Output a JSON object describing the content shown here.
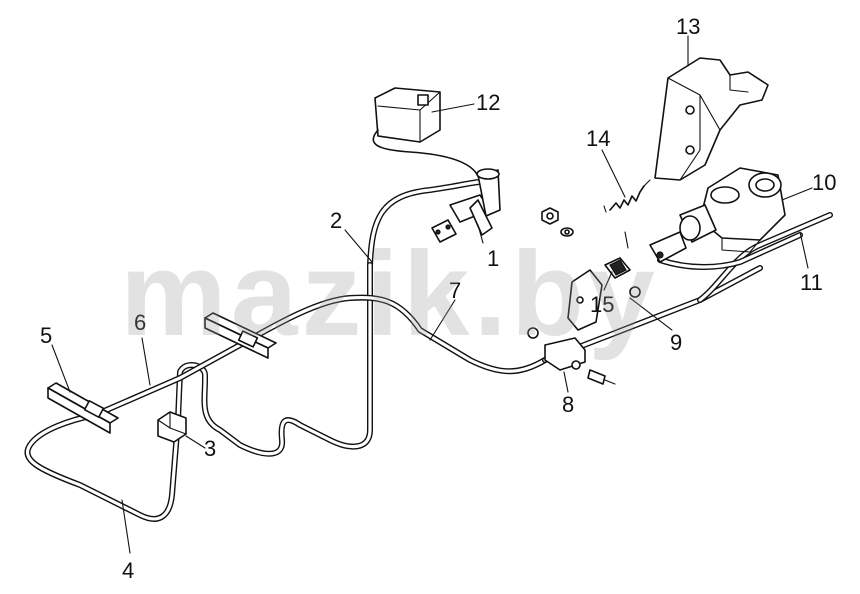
{
  "watermark": "mazik.by",
  "callouts": {
    "c1": "1",
    "c2": "2",
    "c3": "3",
    "c4": "4",
    "c5": "5",
    "c6": "6",
    "c7": "7",
    "c8": "8",
    "c9": "9",
    "c10": "10",
    "c11": "11",
    "c12": "12",
    "c13": "13",
    "c14": "14",
    "c15": "15"
  },
  "colors": {
    "ink": "#111111",
    "background": "#ffffff",
    "watermark": "#969696"
  }
}
